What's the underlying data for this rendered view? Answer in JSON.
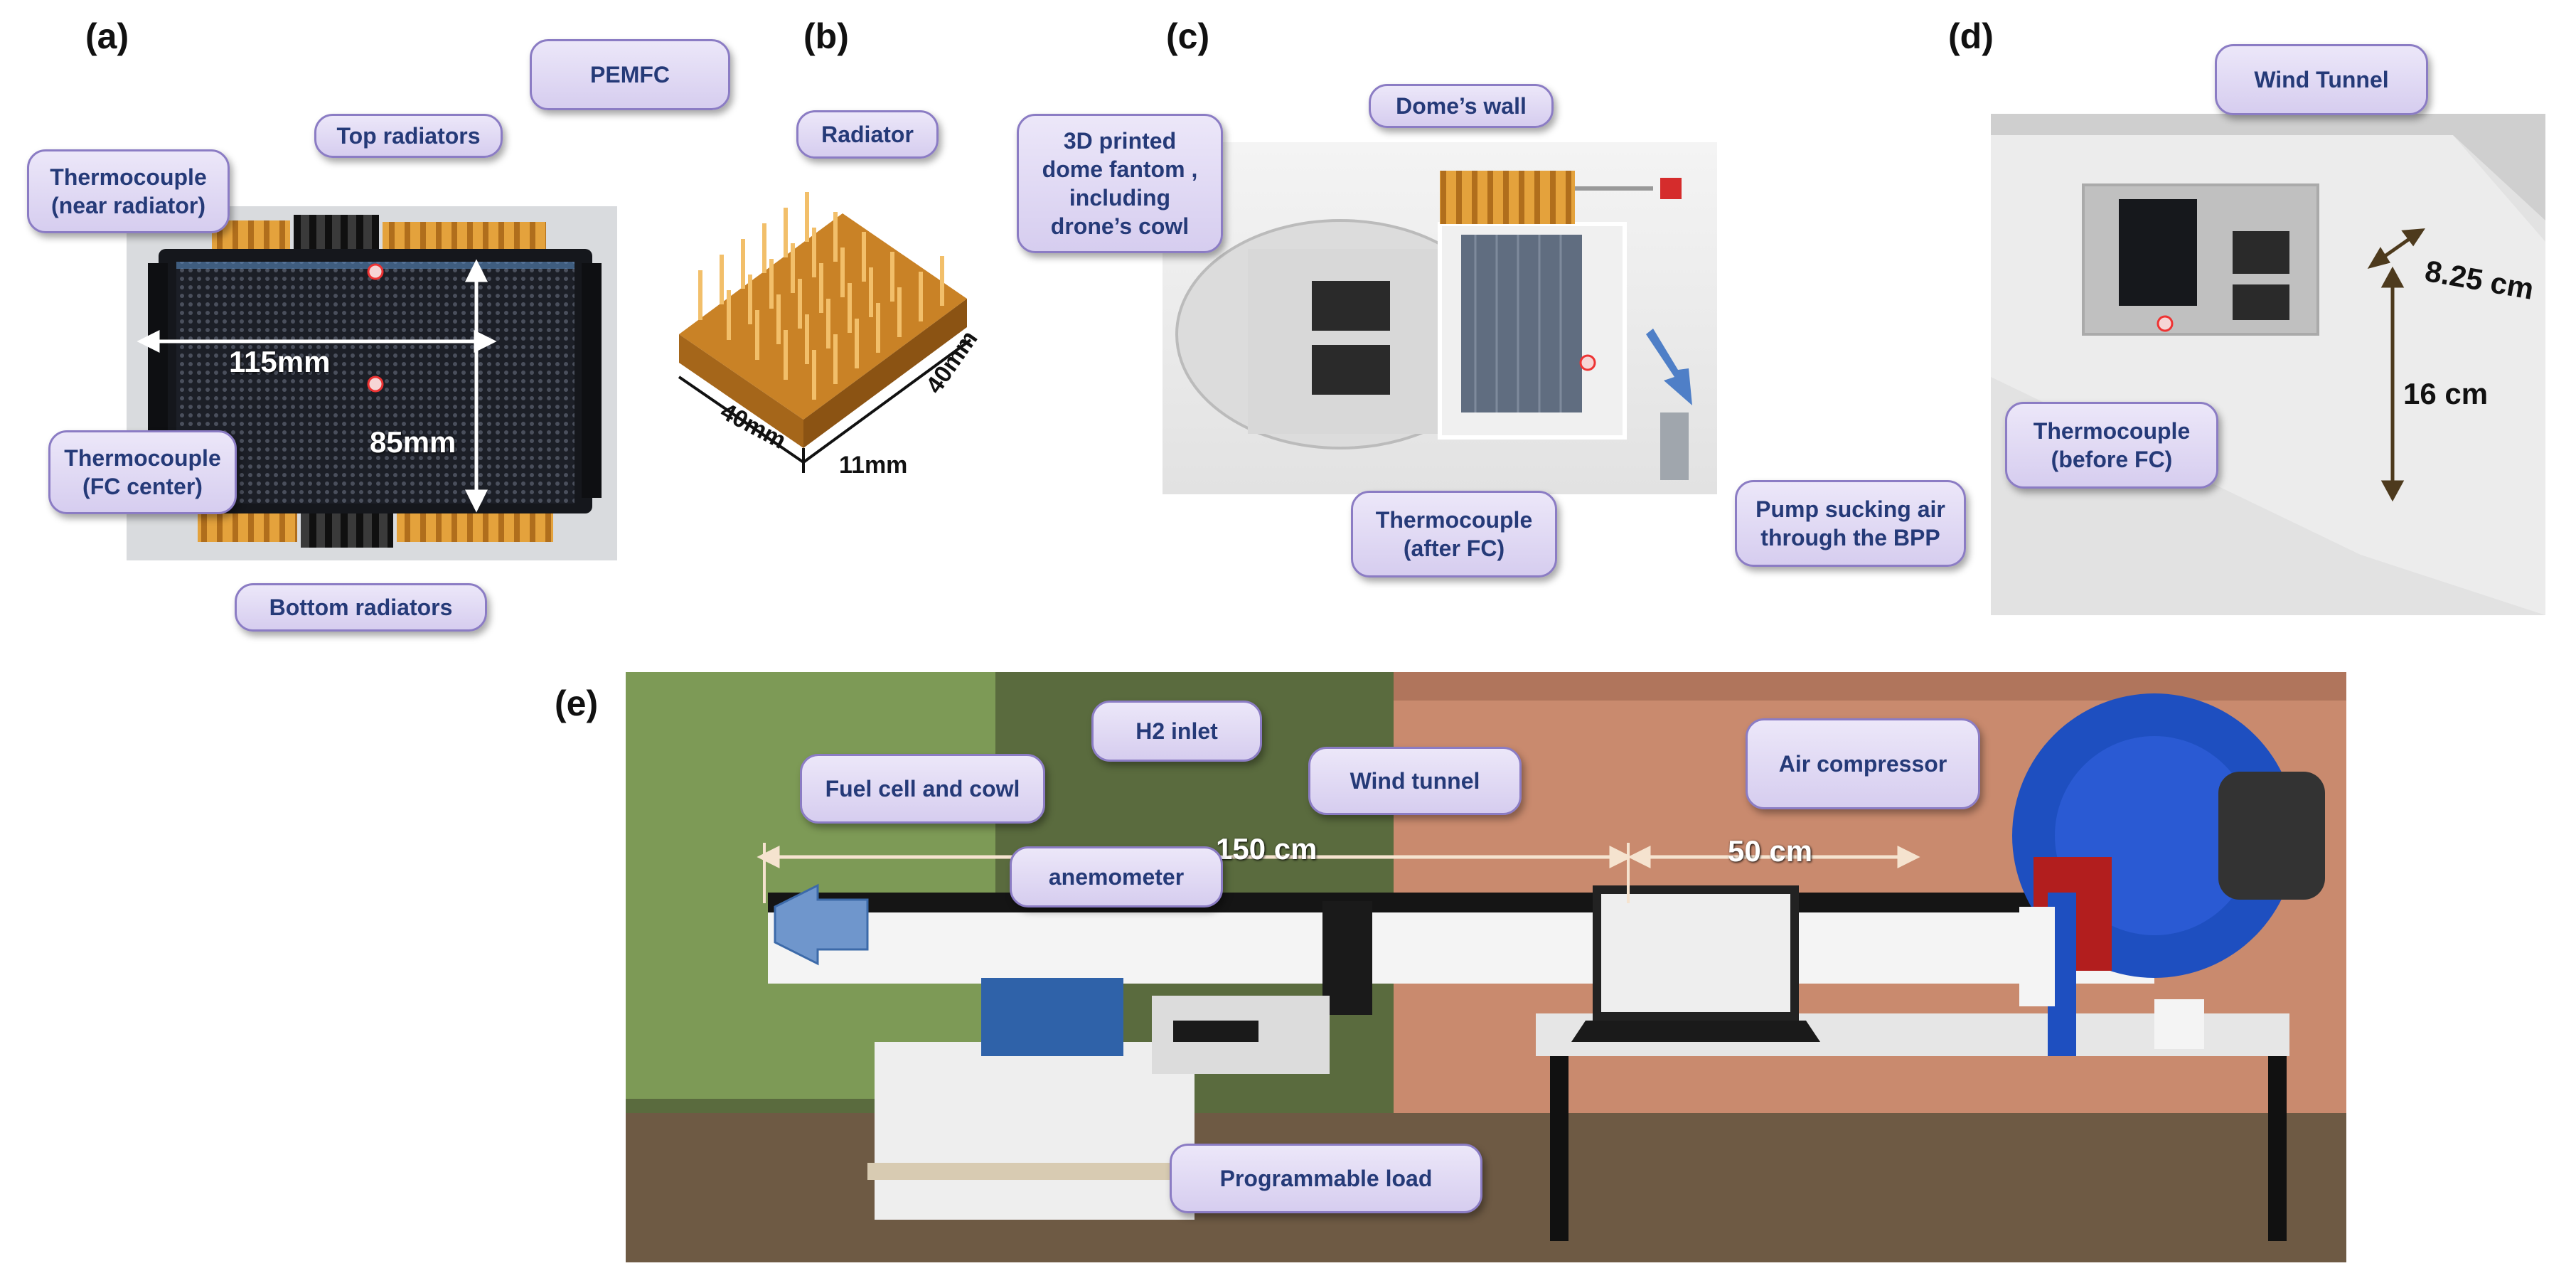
{
  "panels": {
    "a": {
      "letter": "(a)",
      "callouts": {
        "pemfc": "PEMFC",
        "top_radiators": "Top radiators",
        "thermo_near": "Thermocouple\n(near radiator)",
        "thermo_center": "Thermocouple\n(FC center)",
        "bottom_radiators": "Bottom radiators"
      },
      "dims": {
        "width": "115mm",
        "height": "85mm"
      }
    },
    "b": {
      "letter": "(b)",
      "callouts": {
        "radiator": "Radiator"
      },
      "dims": {
        "w": "40mm",
        "d": "40mm",
        "h": "11mm"
      }
    },
    "c": {
      "letter": "(c)",
      "callouts": {
        "dome": "3D printed\ndome fantom ,\nincluding\ndrone’s cowl",
        "wall": "Dome’s wall",
        "thermo_after": "Thermocouple\n(after FC)",
        "pump": "Pump sucking air\nthrough the BPP"
      }
    },
    "d": {
      "letter": "(d)",
      "callouts": {
        "tunnel": "Wind Tunnel",
        "thermo_before": "Thermocouple\n(before FC)"
      },
      "dims": {
        "width": "8.25 cm",
        "height": "16 cm"
      }
    },
    "e": {
      "letter": "(e)",
      "callouts": {
        "fuel_cell": "Fuel cell and cowl",
        "h2": "H2 inlet",
        "anemometer": "anemometer",
        "tunnel": "Wind tunnel",
        "compressor": "Air compressor",
        "load": "Programmable load"
      },
      "dims": {
        "length": "150 cm",
        "gap": "50 cm"
      }
    }
  },
  "colors": {
    "callout_fill": "#ddd5f2",
    "callout_border": "#8b7cc4",
    "callout_text": "#253a78",
    "radiator_copper": "#d08a2c",
    "arrow_blue": "#6f96cc"
  }
}
